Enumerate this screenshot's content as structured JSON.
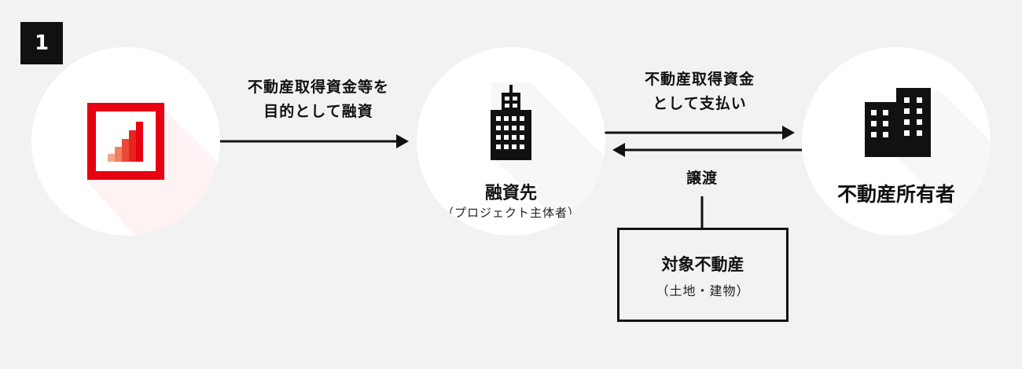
{
  "step": {
    "number": "1"
  },
  "lender": {
    "icon": "brand-logo-icon",
    "brand_color": "#e60012"
  },
  "borrower": {
    "icon": "office-building-icon",
    "name": "融資先",
    "note": "（プロジェクト主体者）"
  },
  "owner": {
    "icon": "buildings-icon",
    "name": "不動産所有者"
  },
  "flow_loan": {
    "line1": "不動産取得資金等を",
    "line2": "目的として融資"
  },
  "flow_payment": {
    "line1": "不動産取得資金",
    "line2": "として支払い"
  },
  "flow_transfer": {
    "label": "譲渡"
  },
  "property": {
    "title": "対象不動産",
    "note": "（土地・建物）"
  },
  "colors": {
    "background": "#f2f2f2",
    "circle": "#ffffff",
    "ink": "#111111",
    "logo_red": "#e60012",
    "logo_orange": "#f08060"
  }
}
